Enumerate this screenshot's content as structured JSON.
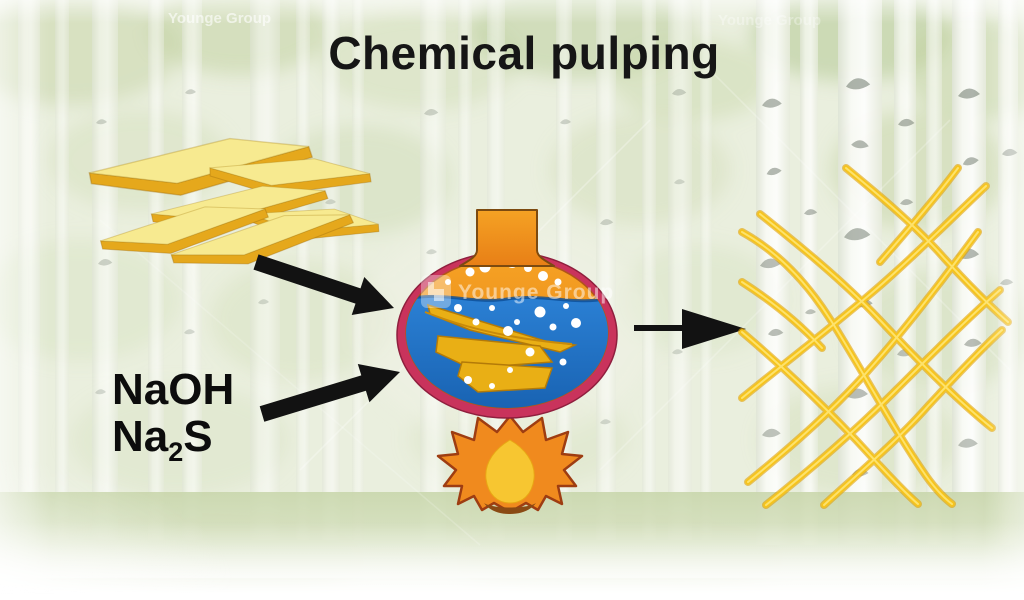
{
  "title": "Chemical pulping",
  "reagents": {
    "line1": "NaOH",
    "line2_base": "Na",
    "line2_sub": "2",
    "line2_tail": "S"
  },
  "watermarks": {
    "center": "Younge Group",
    "top_left": "Younge Group",
    "top_right": "Younge Group",
    "logo": "younge-group-logo"
  },
  "elements": {
    "wood_chips": "pile of wood chips",
    "flask": "round-bottom reaction flask with cooking liquor and chips",
    "flame": "heating flame under flask",
    "fibers": "separated pulp fibres",
    "background": "birch forest"
  },
  "colors": {
    "chip_face": "#F7EA90",
    "chip_edge": "#E5A81C",
    "arrow_black": "#121212",
    "flask_rim_red": "#C9335C",
    "flask_orange": "#F09320",
    "liquid_blue": "#1C70C8",
    "liquid_chip_gold": "#E9AF15",
    "flame_orange": "#F08A1E",
    "flame_core_yellow": "#F7C631",
    "fiber_gold": "#F6C41C",
    "title_black": "#161616"
  }
}
